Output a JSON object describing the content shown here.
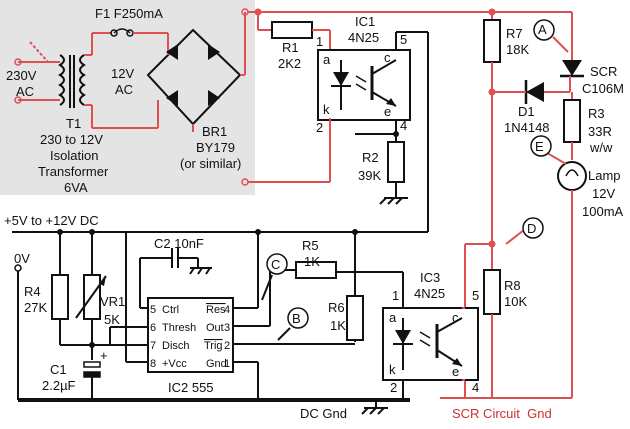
{
  "power": {
    "fuse": "F1 F250mA",
    "mains": [
      "230V",
      "AC"
    ],
    "secondary": [
      "12V",
      "AC"
    ],
    "transformer": [
      "T1",
      "230 to 12V",
      "Isolation",
      "Transformer",
      "6VA"
    ],
    "bridge": [
      "BR1",
      "BY179",
      "(or similar)"
    ]
  },
  "supply": {
    "dc_label": "+5V to +12V DC",
    "zero_label": "0V",
    "dc_gnd": "DC Gnd",
    "scr_gnd": "SCR Circuit  Gnd"
  },
  "components": {
    "r1": [
      "R1",
      "2K2"
    ],
    "r2": [
      "R2",
      "39K"
    ],
    "r3": [
      "R3",
      "33R",
      "w/w"
    ],
    "r4": [
      "R4",
      "27K"
    ],
    "r5": [
      "R5",
      "1K"
    ],
    "r6": [
      "R6",
      "1K"
    ],
    "r7": [
      "R7",
      "18K"
    ],
    "r8": [
      "R8",
      "10K"
    ],
    "vr1": [
      "VR1",
      "5K"
    ],
    "c1": [
      "C1",
      "2.2µF"
    ],
    "c2": "C2 10nF",
    "d1": [
      "D1",
      "1N4148"
    ],
    "scr": [
      "SCR",
      "C106M"
    ],
    "lamp": [
      "Lamp",
      "12V",
      "100mA"
    ]
  },
  "ic1": {
    "name": [
      "IC1",
      "4N25"
    ],
    "pins": [
      "1",
      "2",
      "5",
      "4"
    ],
    "letters": [
      "a",
      "k",
      "c",
      "e"
    ]
  },
  "ic3": {
    "name": [
      "IC3",
      "4N25"
    ],
    "pins": [
      "1",
      "2",
      "5",
      "4"
    ],
    "letters": [
      "a",
      "k",
      "c",
      "e"
    ]
  },
  "ic2": {
    "name": "IC2 555",
    "left_pins": [
      {
        "num": "5",
        "label": "Ctrl"
      },
      {
        "num": "6",
        "label": "Thresh"
      },
      {
        "num": "7",
        "label": "Disch"
      },
      {
        "num": "8",
        "label": "+Vcc"
      }
    ],
    "right_pins": [
      {
        "num": "4",
        "label": "Res"
      },
      {
        "num": "3",
        "label": "Out"
      },
      {
        "num": "2",
        "label": "Trig"
      },
      {
        "num": "1",
        "label": "Gnd"
      }
    ]
  },
  "test_points": [
    "A",
    "B",
    "C",
    "D",
    "E"
  ],
  "c1_polarity": "+"
}
